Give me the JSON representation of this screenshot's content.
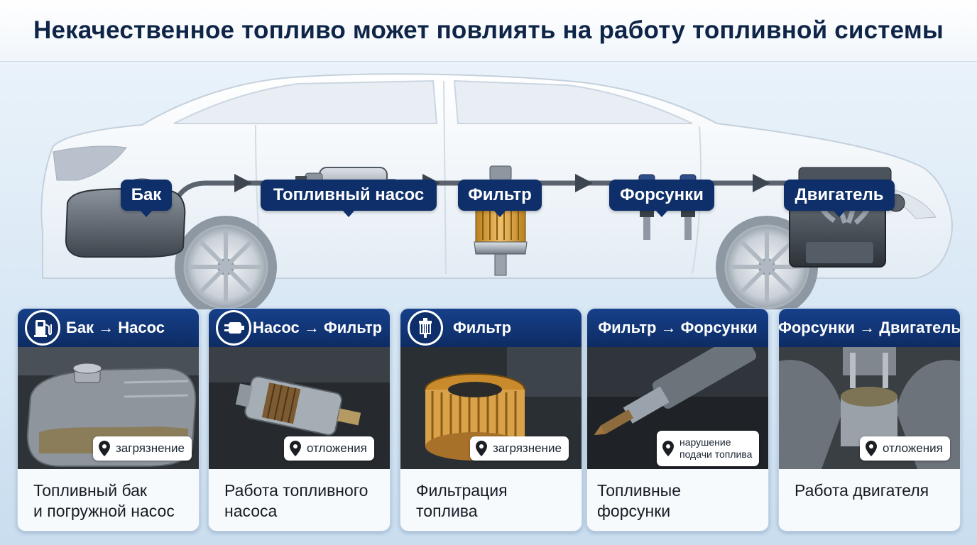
{
  "title": "Некачественное топливо может повлиять на работу топливной системы",
  "stages": [
    {
      "label": "Бак"
    },
    {
      "label": "Топливный насос"
    },
    {
      "label": "Фильтр"
    },
    {
      "label": "Форсунки"
    },
    {
      "label": "Двигатель"
    }
  ],
  "cards": [
    {
      "header": "Бак → Насос",
      "icon": "fuel-pump-icon",
      "tag": "загрязнение",
      "caption": "Топливный бак\nи погружной насос"
    },
    {
      "header": "Насос → Фильтр",
      "icon": "fuel-pump-module-icon",
      "tag": "отложения",
      "caption": "Работа топливного\nнасоса"
    },
    {
      "header": "Фильтр",
      "icon": "fuel-filter-icon",
      "tag": "загрязнение",
      "caption": "Фильтрация\nтоплива"
    },
    {
      "header": "Фильтр → Форсунки",
      "icon": "",
      "tag": "нарушение\nподачи топлива",
      "caption": "Топливные\nфорсунки"
    },
    {
      "header": "Форсунки → Двигатель",
      "icon": "",
      "tag": "отложения",
      "caption": "Работа двигателя"
    }
  ],
  "colors": {
    "accent": "#0e2f6a",
    "filter": "#d9a24a",
    "line": "#5a636e"
  }
}
